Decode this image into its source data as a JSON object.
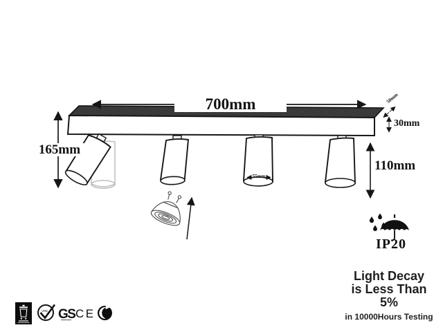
{
  "dims": {
    "length": "700mm",
    "total_height": "165mm",
    "bar_height": "30mm",
    "bar_depth": "50mm",
    "spot_height": "110mm",
    "spot_diameter": "55mm"
  },
  "ip": {
    "rating": "IP20"
  },
  "decay": {
    "l1": "Light Decay",
    "l2": "is Less Than",
    "l3": "5%",
    "l4": "in 10000Hours Testing"
  },
  "certs": {
    "vde": "VDE",
    "gs": "GS",
    "ce": "CE",
    "icons": [
      "weee-bin-icon",
      "vde-check-icon",
      "gs-mark-icon",
      "ce-mark-icon",
      "green-dot-icon"
    ]
  },
  "colors": {
    "line": "#161616",
    "bar_top": "#3a3a3a",
    "ghost": "#b3b3b3",
    "background": "#ffffff"
  }
}
